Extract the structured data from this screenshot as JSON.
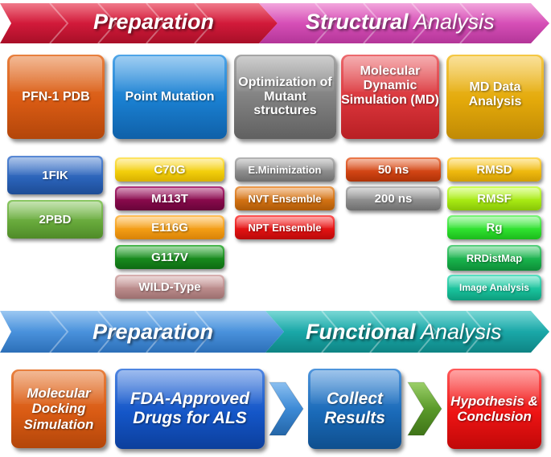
{
  "top_banner": {
    "left_label": "Preparation",
    "right_bold": "Structural",
    "right_light": "Analysis",
    "left_color": "#d21a3a",
    "right_color": "#d64fb7"
  },
  "headers": [
    {
      "label": "PFN-1 PDB",
      "color": "#d95b14"
    },
    {
      "label": "Point Mutation",
      "color": "#1a7fd0"
    },
    {
      "label": "Optimization of Mutant structures",
      "color": "#7f7f7f"
    },
    {
      "label": "Molecular Dynamic Simulation (MD)",
      "color": "#d9343a"
    },
    {
      "label": "MD Data Analysis",
      "color": "#e3a90a"
    }
  ],
  "pdb_ids": [
    {
      "label": "1FIK",
      "color": "#2a62b8"
    },
    {
      "label": "2PBD",
      "color": "#66a83a"
    }
  ],
  "mutations": [
    {
      "label": "C70G",
      "color": "#f2ce0c"
    },
    {
      "label": "M113T",
      "color": "#86094a"
    },
    {
      "label": "E116G",
      "color": "#f29c14"
    },
    {
      "label": "G117V",
      "color": "#17881c"
    },
    {
      "label": "WILD-Type",
      "color": "#b98a8a"
    }
  ],
  "optimization_steps": [
    {
      "label": "E.Minimization",
      "color": "#8c8c8c"
    },
    {
      "label": "NVT Ensemble",
      "color": "#d07012"
    },
    {
      "label": "NPT Ensemble",
      "color": "#e11212"
    }
  ],
  "md_times": [
    {
      "label": "50 ns",
      "color": "#d14414"
    },
    {
      "label": "200 ns",
      "color": "#8c8c8c"
    }
  ],
  "analysis_methods": [
    {
      "label": "RMSD",
      "color": "#eeb80e"
    },
    {
      "label": "RMSF",
      "color": "#a6e812"
    },
    {
      "label": "Rg",
      "color": "#2ee02e"
    },
    {
      "label": "RRDistMap",
      "color": "#17b04a"
    },
    {
      "label": "Image Analysis",
      "color": "#18c09a"
    }
  ],
  "bottom_banner": {
    "left_label": "Preparation",
    "right_bold": "Functional",
    "right_light": "Analysis",
    "left_color": "#4a92dc",
    "right_color": "#1aa8a8"
  },
  "bottom_boxes": [
    {
      "label": "Molecular Docking Simulation",
      "color": "#d95b14"
    },
    {
      "label": "FDA-Approved Drugs for ALS",
      "color": "#1456c8"
    },
    {
      "label": "Collect Results",
      "color": "#1a6ab8"
    },
    {
      "label": "Hypothesis & Conclusion",
      "color": "#ee1414"
    }
  ],
  "arrows": [
    {
      "color": "#3d8ad6"
    },
    {
      "color": "#5a9a2a"
    }
  ]
}
